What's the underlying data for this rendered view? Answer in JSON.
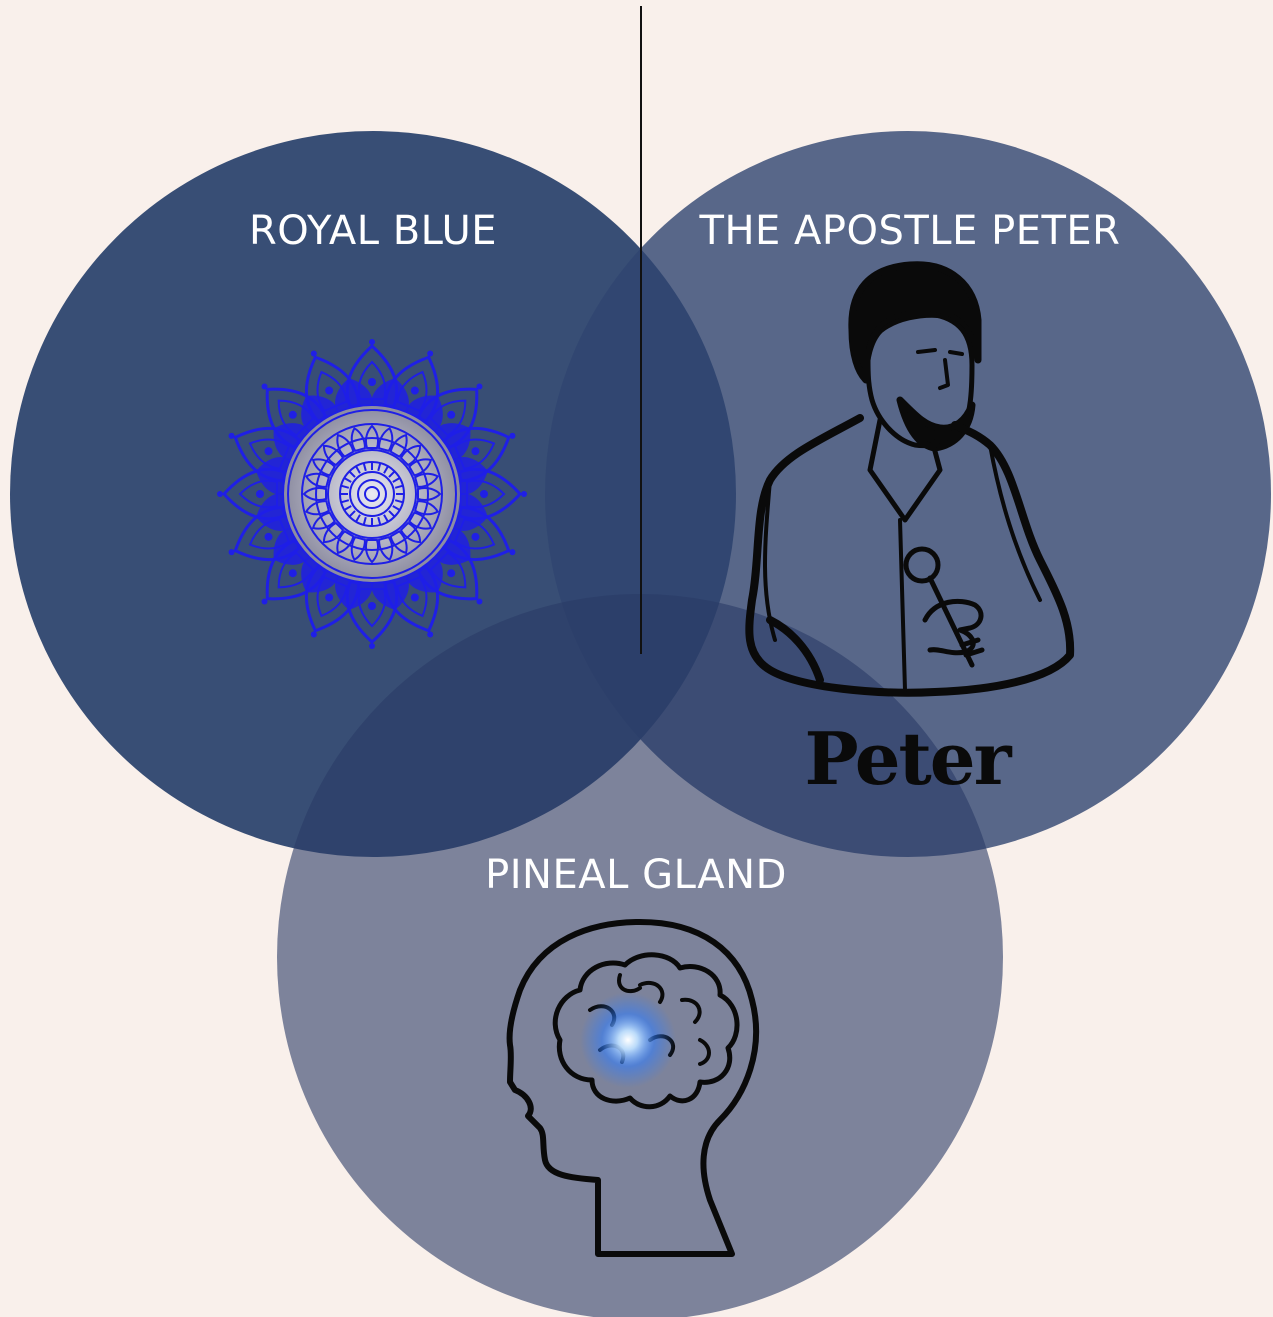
{
  "diagram": {
    "type": "venn",
    "colors": {
      "background": "#f9f0eb",
      "circle_left": "#27406a",
      "circle_right": "#3d5276",
      "circle_bottom": "#6c7792"
    },
    "sets": {
      "left": {
        "label": "ROYAL BLUE",
        "icon": "mandala-icon"
      },
      "right": {
        "label": "THE APOSTLE PETER",
        "icon": "apostle-peter-icon",
        "caption": "Peter"
      },
      "bottom": {
        "label": "PINEAL GLAND",
        "icon": "brain-head-icon"
      }
    }
  }
}
